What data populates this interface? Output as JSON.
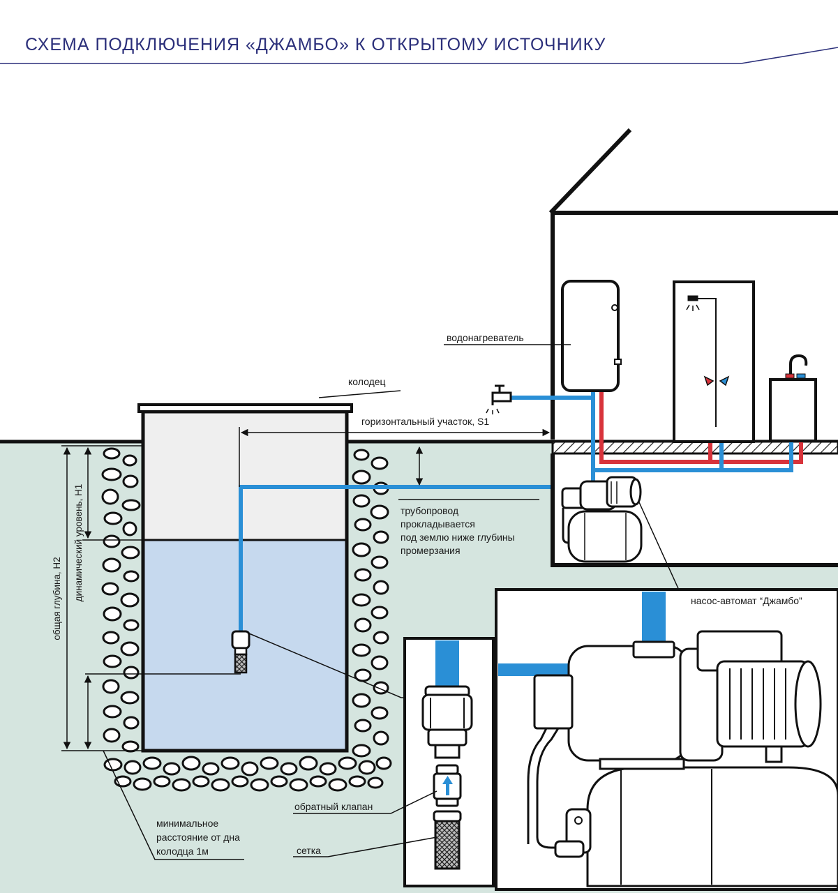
{
  "title": "СХЕМА ПОДКЛЮЧЕНИЯ «ДЖАМБО» К ОТКРЫТОМУ ИСТОЧНИКУ",
  "colors": {
    "title": "#2b2f7a",
    "ground": "#d5e5df",
    "water": "#c6d9ee",
    "well_air": "#efefef",
    "pipe_cold": "#2a8fd6",
    "pipe_hot": "#d8333b",
    "outline": "#111111"
  },
  "labels": {
    "well": "колодец",
    "horizontal_section": "горизонтальный участок, S1",
    "water_heater": "водонагреватель",
    "pipeline_1": "трубопровод",
    "pipeline_2": "прокладывается",
    "pipeline_3": "под землю ниже глубины",
    "pipeline_4": "промерзания",
    "pump": "насос-автомат “Джамбо”",
    "total_depth": "общая глубина, H2",
    "dynamic_level": "динамический уровень, H1",
    "min_distance_1": "минимальное",
    "min_distance_2": "расстояние от дна",
    "min_distance_3": "колодца 1м",
    "check_valve": "обратный клапан",
    "strainer": "сетка"
  },
  "icons": {
    "faucet": "faucet-icon",
    "shower": "shower-icon",
    "sink_mixer": "mixer-tap-icon",
    "check_arrow": "arrow-up-icon"
  }
}
